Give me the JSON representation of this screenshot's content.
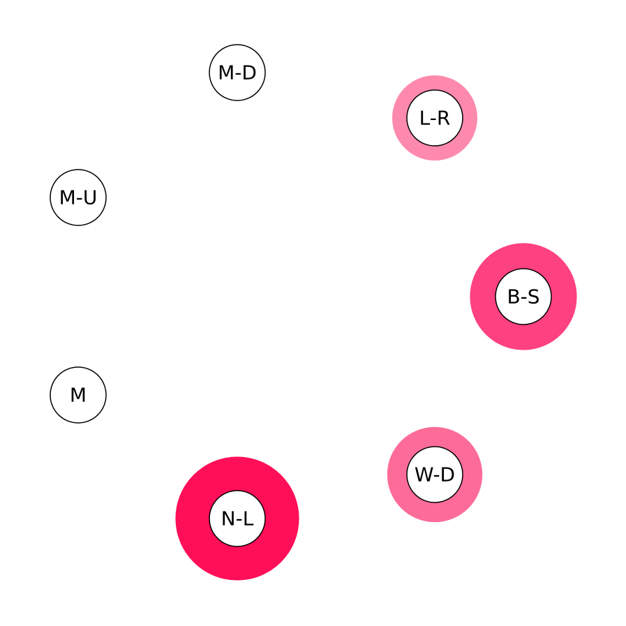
{
  "diagram": {
    "nodes": [
      {
        "id": "md",
        "label": "M-D",
        "weight": 0,
        "ring_color": null
      },
      {
        "id": "lr",
        "label": "L-R",
        "weight": 0.35,
        "ring_color": "#fd8aad"
      },
      {
        "id": "mu",
        "label": "M-U",
        "weight": 0,
        "ring_color": null
      },
      {
        "id": "bs",
        "label": "B-S",
        "weight": 0.61,
        "ring_color": "#fe4180"
      },
      {
        "id": "m",
        "label": "M",
        "weight": 0,
        "ring_color": null
      },
      {
        "id": "wd",
        "label": "W-D",
        "weight": 0.47,
        "ring_color": "#fd6c98"
      },
      {
        "id": "nl",
        "label": "N-L",
        "weight": 0.81,
        "ring_color": "#ff0f58"
      }
    ]
  }
}
